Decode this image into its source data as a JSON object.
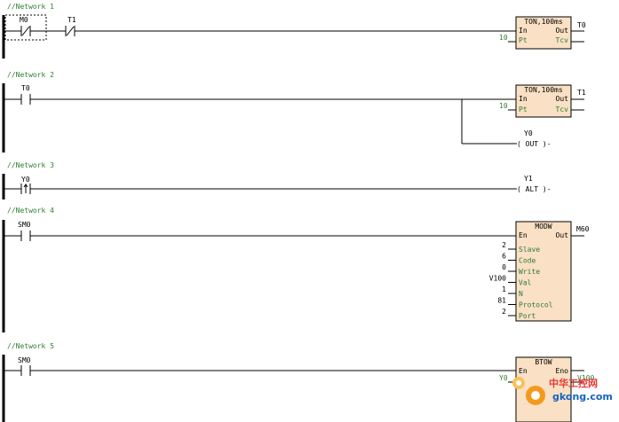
{
  "networks": [
    {
      "title": "//Network 1"
    },
    {
      "title": "//Network 2"
    },
    {
      "title": "//Network 3"
    },
    {
      "title": "//Network 4"
    },
    {
      "title": "//Network 5"
    }
  ],
  "n1": {
    "c1": "M0",
    "c2": "T1",
    "block": "TON,100ms",
    "in": "In",
    "out": "Out",
    "pt": "Pt",
    "tcv": "Tcv",
    "ptval": "10",
    "outlbl": "T0"
  },
  "n2": {
    "c1": "T0",
    "block": "TON,100ms",
    "in": "In",
    "out": "Out",
    "pt": "Pt",
    "tcv": "Tcv",
    "ptval": "10",
    "outlbl": "T1",
    "coil": "Y0",
    "coiltype": "( OUT )-"
  },
  "n3": {
    "c1": "Y0",
    "coil": "Y1",
    "coiltype": "( ALT )-"
  },
  "n4": {
    "c1": "SM0",
    "block": "MODW",
    "en": "En",
    "out": "Out",
    "outlbl": "M60",
    "pins": [
      {
        "name": "Slave",
        "val": "2"
      },
      {
        "name": "Code",
        "val": "6"
      },
      {
        "name": "Write",
        "val": "0"
      },
      {
        "name": "Val",
        "val": "V100"
      },
      {
        "name": "N",
        "val": "1"
      },
      {
        "name": "Protocol",
        "val": "81"
      },
      {
        "name": "Port",
        "val": "2"
      }
    ]
  },
  "n5": {
    "c1": "SM0",
    "block": "BTOW",
    "en": "En",
    "eno": "Eno",
    "srcval": "Y0",
    "outval": "V100"
  },
  "watermark": {
    "brand": "中华工控网",
    "site": "gkong.com"
  },
  "colors": {
    "block_fill": "#fae0c4",
    "pin_text": "#2e7d32",
    "network_text": "#2e7d32"
  }
}
